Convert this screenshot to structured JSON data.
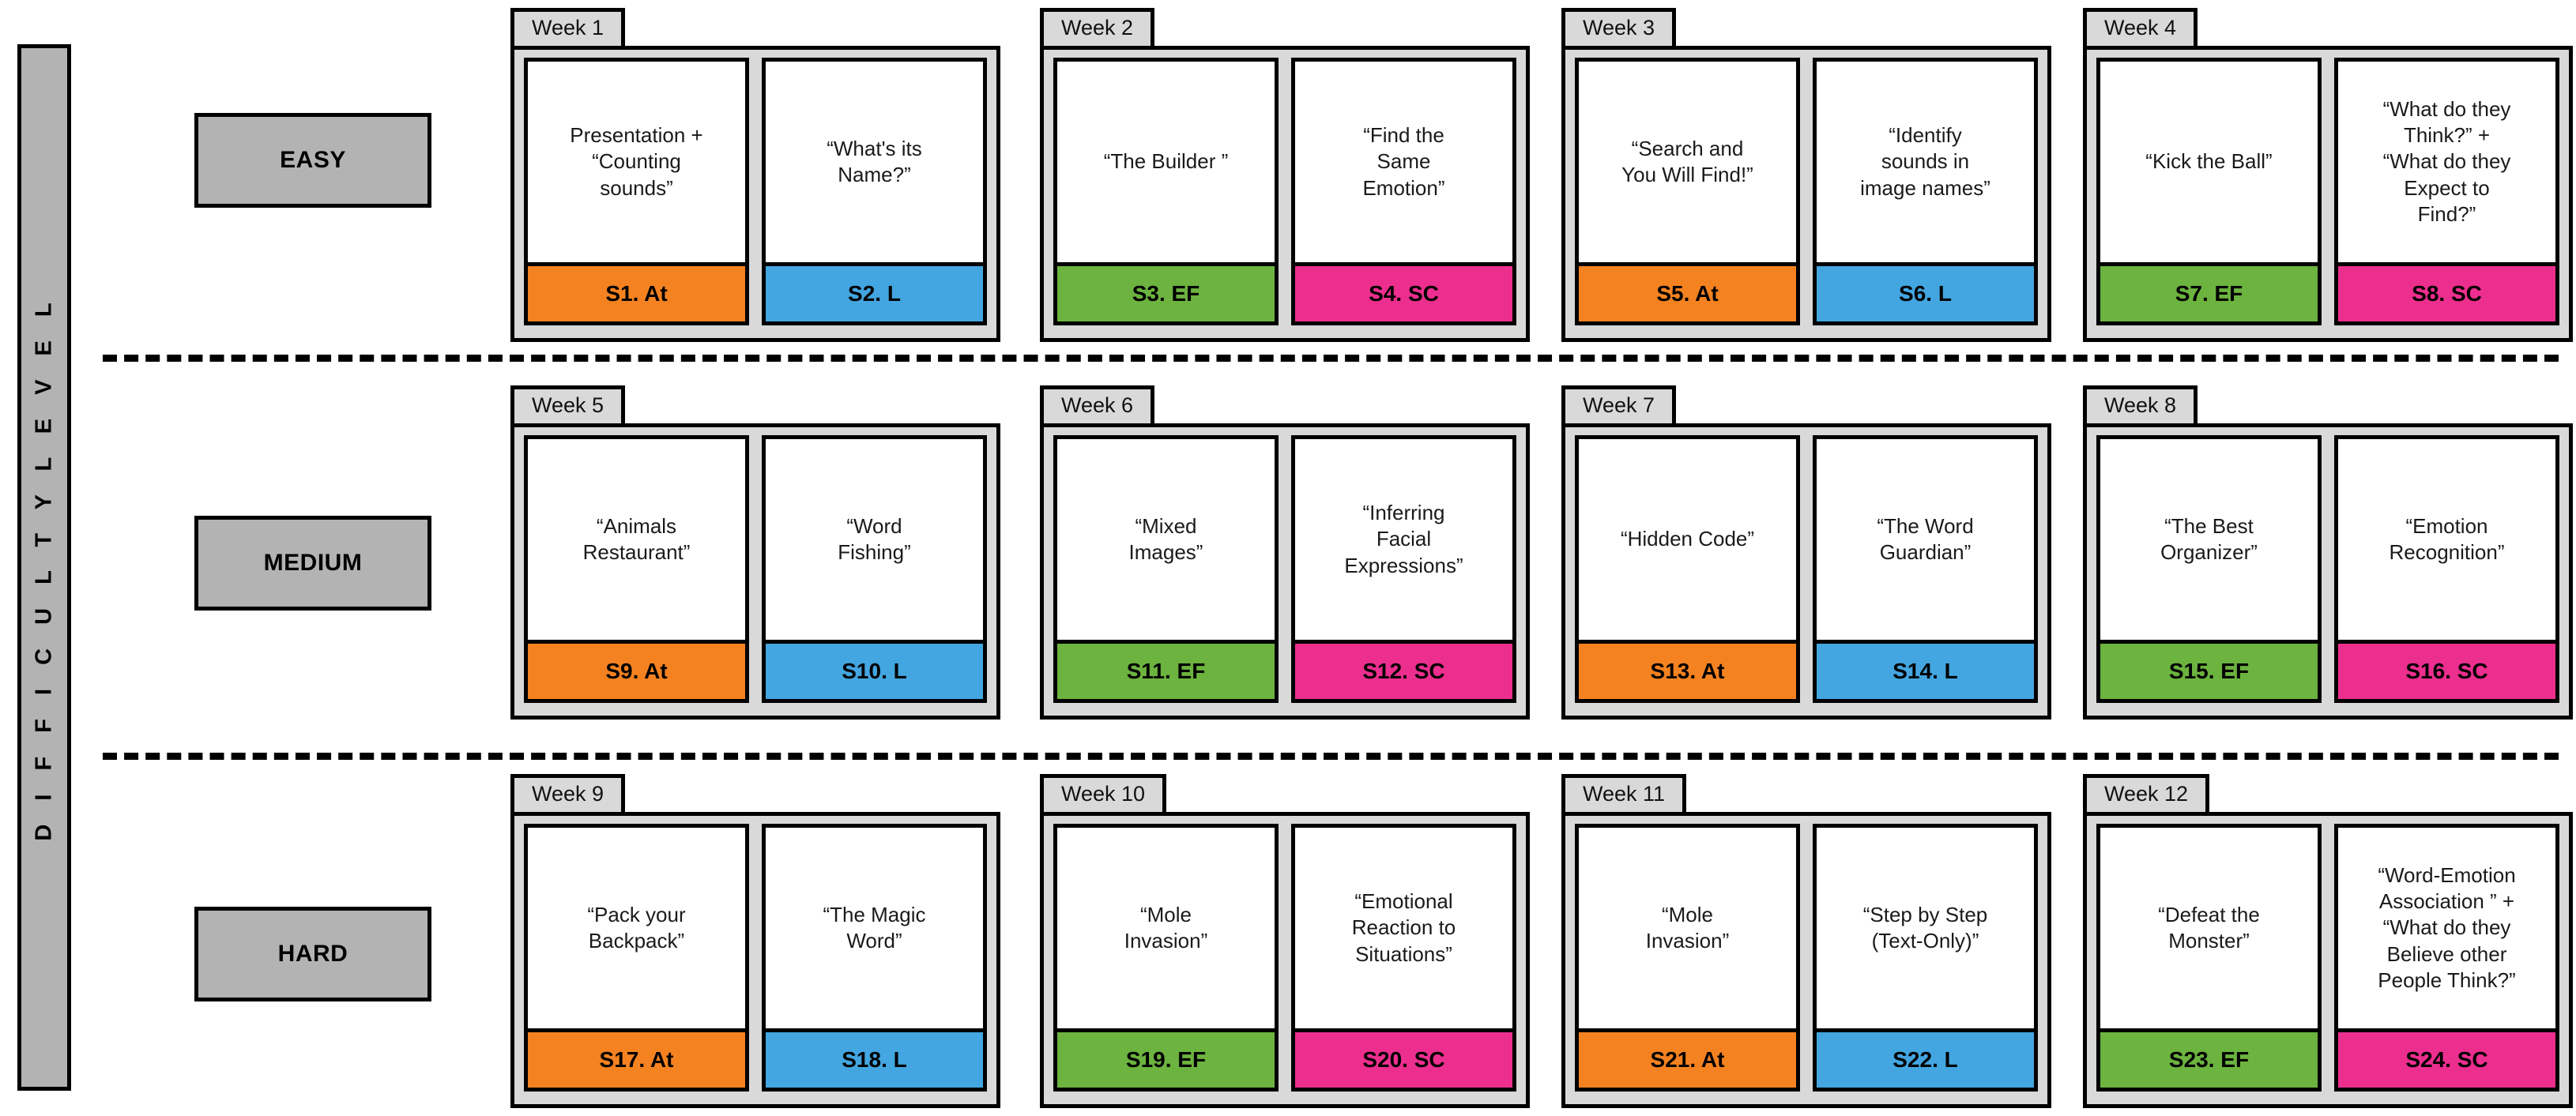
{
  "axis": {
    "label": "D I F F I C U L T Y   L E V E L"
  },
  "levels": [
    {
      "id": "easy",
      "label": "EASY"
    },
    {
      "id": "medium",
      "label": "MEDIUM"
    },
    {
      "id": "hard",
      "label": "HARD"
    }
  ],
  "colors": {
    "attention": "#F58220",
    "language": "#43A6E0",
    "executive_function": "#6CB33F",
    "social_cognition": "#EC2E8E",
    "chip_gray": "#B3B3B3",
    "panel_gray": "#D9D9D9",
    "card_white": "#FFFFFF",
    "outline": "#000000"
  },
  "weeks": [
    {
      "tab": "Week 1",
      "cards": [
        {
          "title": "Presentation +\n“Counting\nsounds”",
          "code": "S1. At",
          "color": "#F58220"
        },
        {
          "title": "“What's its\nName?”",
          "code": "S2. L",
          "color": "#43A6E0"
        }
      ]
    },
    {
      "tab": "Week 2",
      "cards": [
        {
          "title": "“The Builder ”",
          "code": "S3. EF",
          "color": "#6CB33F"
        },
        {
          "title": "“Find the\nSame\nEmotion”",
          "code": "S4. SC",
          "color": "#EC2E8E"
        }
      ]
    },
    {
      "tab": "Week 3",
      "cards": [
        {
          "title": "“Search and\nYou Will Find!”",
          "code": "S5. At",
          "color": "#F58220"
        },
        {
          "title": "“Identify\nsounds in\nimage names”",
          "code": "S6. L",
          "color": "#43A6E0"
        }
      ]
    },
    {
      "tab": "Week 4",
      "cards": [
        {
          "title": "“Kick the Ball”",
          "code": "S7. EF",
          "color": "#6CB33F"
        },
        {
          "title": "“What do they\nThink?” +\n“What do they\nExpect to\nFind?”",
          "code": "S8. SC",
          "color": "#EC2E8E"
        }
      ]
    },
    {
      "tab": "Week 5",
      "cards": [
        {
          "title": "“Animals\nRestaurant”",
          "code": "S9. At",
          "color": "#F58220"
        },
        {
          "title": "“Word\nFishing”",
          "code": "S10. L",
          "color": "#43A6E0"
        }
      ]
    },
    {
      "tab": "Week 6",
      "cards": [
        {
          "title": "“Mixed\nImages”",
          "code": "S11. EF",
          "color": "#6CB33F"
        },
        {
          "title": "“Inferring\nFacial\nExpressions”",
          "code": "S12. SC",
          "color": "#EC2E8E"
        }
      ]
    },
    {
      "tab": "Week 7",
      "cards": [
        {
          "title": "“Hidden Code”",
          "code": "S13. At",
          "color": "#F58220"
        },
        {
          "title": "“The Word\nGuardian”",
          "code": "S14. L",
          "color": "#43A6E0"
        }
      ]
    },
    {
      "tab": "Week 8",
      "cards": [
        {
          "title": "“The Best\nOrganizer”",
          "code": "S15. EF",
          "color": "#6CB33F"
        },
        {
          "title": "“Emotion\nRecognition”",
          "code": "S16. SC",
          "color": "#EC2E8E"
        }
      ]
    },
    {
      "tab": "Week 9",
      "cards": [
        {
          "title": "“Pack your\nBackpack”",
          "code": "S17. At",
          "color": "#F58220"
        },
        {
          "title": "“The Magic\nWord”",
          "code": "S18. L",
          "color": "#43A6E0"
        }
      ]
    },
    {
      "tab": "Week 10",
      "cards": [
        {
          "title": "“Mole\nInvasion”",
          "code": "S19. EF",
          "color": "#6CB33F"
        },
        {
          "title": "“Emotional\nReaction to\nSituations”",
          "code": "S20. SC",
          "color": "#EC2E8E"
        }
      ]
    },
    {
      "tab": "Week 11",
      "cards": [
        {
          "title": "“Mole\nInvasion”",
          "code": "S21. At",
          "color": "#F58220"
        },
        {
          "title": "“Step by Step\n(Text-Only)”",
          "code": "S22. L",
          "color": "#43A6E0"
        }
      ]
    },
    {
      "tab": "Week 12",
      "cards": [
        {
          "title": "“Defeat the\nMonster”",
          "code": "S23. EF",
          "color": "#6CB33F"
        },
        {
          "title": "“Word-Emotion\nAssociation ” +\n“What do they\nBelieve other\nPeople Think?”",
          "code": "S24. SC",
          "color": "#EC2E8E"
        }
      ]
    }
  ]
}
